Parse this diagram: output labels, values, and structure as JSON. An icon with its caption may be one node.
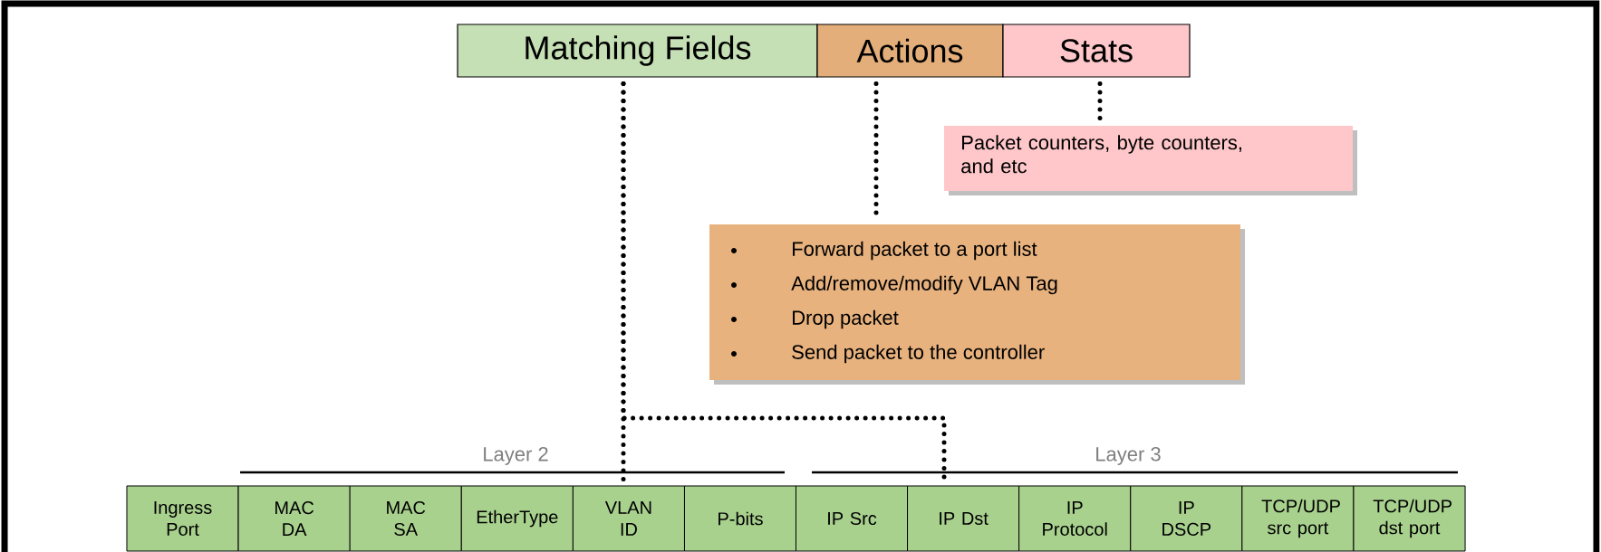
{
  "diagram": {
    "nodes": [
      {
        "text": [
          "Matching Fields"
        ]
      },
      {
        "text": [
          "Actions"
        ]
      },
      {
        "text": [
          "Stats"
        ]
      },
      {
        "text": [
          "Packet counters, byte counters, and etc"
        ]
      },
      {
        "text": [
          "Forward packet to a port list",
          "Add/remove/modify VLAN Tag",
          "Drop packet",
          "Send packet to the controller"
        ]
      },
      {
        "text": [
          "Ingress Port"
        ]
      },
      {
        "text": [
          "MAC DA"
        ]
      },
      {
        "text": [
          "MAC SA"
        ]
      },
      {
        "text": [
          "EtherType"
        ]
      },
      {
        "text": [
          "VLAN ID"
        ]
      },
      {
        "text": [
          "P-bits"
        ]
      },
      {
        "text": [
          "IP Src"
        ]
      },
      {
        "text": [
          "IP Dst"
        ]
      },
      {
        "text": [
          "IP Protocol"
        ]
      },
      {
        "text": [
          "IP DSCP"
        ]
      },
      {
        "text": [
          "TCP/UDP src port"
        ]
      },
      {
        "text": [
          "TCP/UDP dst port"
        ]
      }
    ],
    "edges": [
      {
        "from": 0,
        "to": 9,
        "arrow": "none"
      },
      {
        "from": 0,
        "to": 12,
        "arrow": "none"
      },
      {
        "from": 1,
        "to": 4,
        "arrow": "none"
      },
      {
        "from": 2,
        "to": 3,
        "arrow": "none"
      }
    ],
    "labels": [
      "Layer 2",
      "Layer 3"
    ]
  }
}
